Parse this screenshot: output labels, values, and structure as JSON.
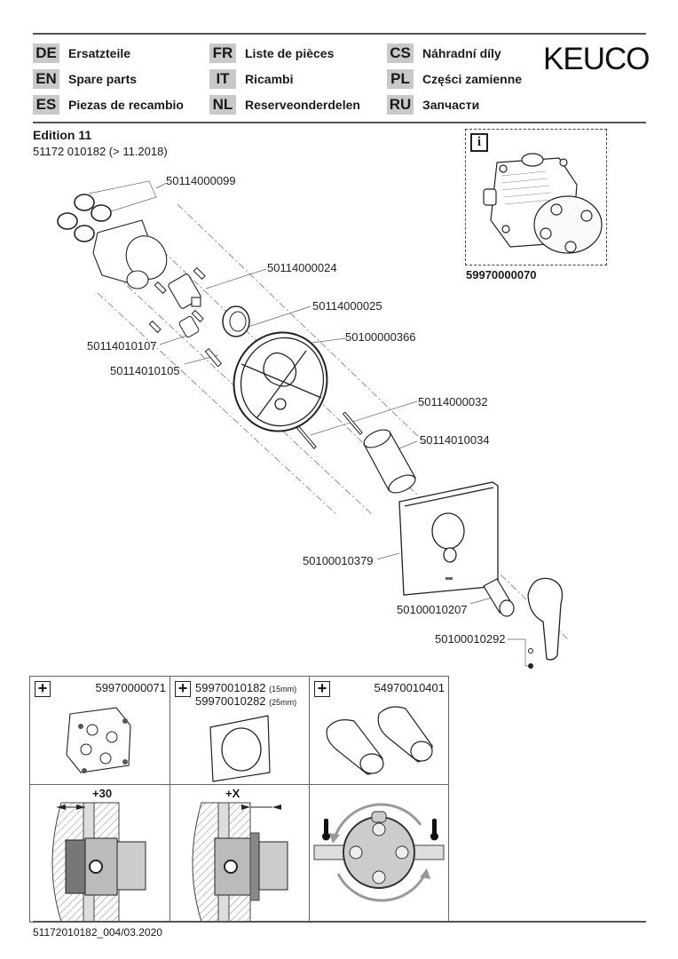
{
  "brand": {
    "logo": "KEUCO"
  },
  "languages": [
    {
      "code": "DE",
      "label": "Ersatzteile"
    },
    {
      "code": "EN",
      "label": "Spare parts"
    },
    {
      "code": "ES",
      "label": "Piezas de recambio"
    },
    {
      "code": "FR",
      "label": "Liste de pièces"
    },
    {
      "code": "IT",
      "label": "Ricambi"
    },
    {
      "code": "NL",
      "label": "Reserveonderdelen"
    },
    {
      "code": "CS",
      "label": "Náhradní díly"
    },
    {
      "code": "PL",
      "label": "Części zamienne"
    },
    {
      "code": "RU",
      "label": "Запчасти"
    }
  ],
  "edition": {
    "title": "Edition 11",
    "subtitle": "51172 010182 (> 11.2018)"
  },
  "info_box": {
    "icon": "info-icon",
    "icon_glyph": "i",
    "part_number": "59970000070"
  },
  "exploded_view": {
    "part_numbers": {
      "o_rings": "50114000099",
      "cartridge": "50114000024",
      "lock_nut": "50114000025",
      "check_valve": "50114010107",
      "pin": "50114010105",
      "mounting_plate": "50100000366",
      "screws": "50114000032",
      "sleeve": "50114010034",
      "cover_plate": "50100010379",
      "spindle_extension": "50100010207",
      "lever": "50100010292"
    }
  },
  "accessories": [
    {
      "icon": "plus-icon",
      "icon_glyph": "+",
      "part_number": "59970000071"
    },
    {
      "icon": "plus-icon",
      "icon_glyph": "+",
      "part_number": "59970010182",
      "note": "(15mm)",
      "part_number_2": "59970010282",
      "note_2": "(25mm)"
    },
    {
      "icon": "plus-icon",
      "icon_glyph": "+",
      "part_number": "54970010401"
    }
  ],
  "install_diagrams": [
    {
      "label": "+30"
    },
    {
      "label": "+X"
    },
    {
      "label": ""
    }
  ],
  "footer": {
    "doc_id": "51172010182_004/03.2020"
  }
}
